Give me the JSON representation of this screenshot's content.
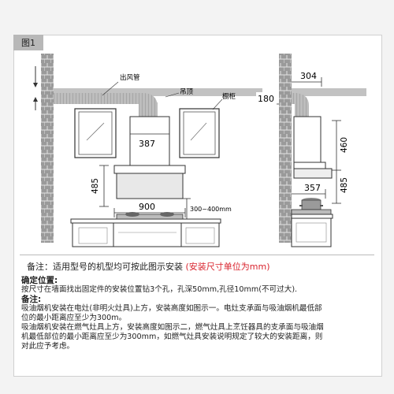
{
  "figure_tag": "图1",
  "labels": {
    "duct": "出风管",
    "ceiling": "吊顶",
    "cabinet": "橱柜",
    "dim_387": "387",
    "dim_485_left": "485",
    "dim_900": "900",
    "dim_range": "300~400mm",
    "dim_304": "304",
    "dim_180": "180",
    "dim_460": "460",
    "dim_485_right": "485",
    "dim_357": "357"
  },
  "notes": {
    "intro": "备注：适用型号的机型均可按此图示安装",
    "intro_red": "(安装尺寸单位为mm)",
    "position_title": "确定位置:",
    "position_text": "按尺寸在墙面找出固定件的安装位置钻3个孔，孔深50mm,孔径10mm(不可过大).",
    "remark_title": "备注:",
    "remark_lines": [
      "吸油烟机安装在电灶(非明火灶具)上方，安装高度如图示一。电灶支承面与吸油烟机最低部",
      "位的最小距离应至少为300m。",
      "吸油烟机安装在燃气灶具上方，安装高度如图示二，燃气灶具上烹饪器具的支承面与吸油烟",
      "机最低部位的最小距离应至少为300mm，如燃气灶具安装说明规定了较大的安装距离，则",
      "对此应予考虑。"
    ]
  }
}
